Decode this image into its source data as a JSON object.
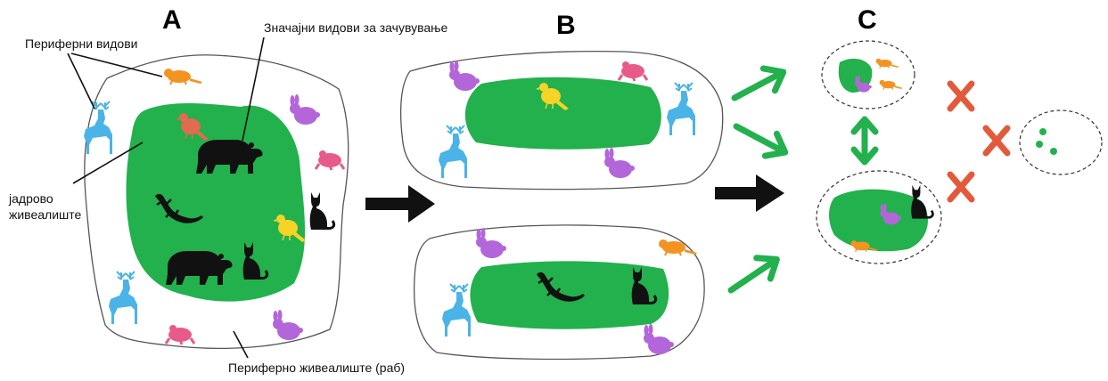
{
  "panels": {
    "a": "A",
    "b": "B",
    "c": "C"
  },
  "labels": {
    "peripheral_species": "Периферни видови",
    "important_species": "Значајни видови за зачувување",
    "core_habitat_line1": "јадрово",
    "core_habitat_line2": "живеалиште",
    "peripheral_habitat": "Периферно живеалиште (раб)"
  },
  "colors": {
    "habitat_green": "#22b14c",
    "deer": "#4ab3e8",
    "rabbit": "#b366d9",
    "rodent": "#f39321",
    "frog": "#e85a8a",
    "bird_yellow": "#f5d327",
    "bird_red": "#e06b4f",
    "silhouette": "#111111",
    "cross": "#e35a3a",
    "arrow_green": "#22b14c"
  },
  "icons": [
    "deer-icon",
    "rabbit-icon",
    "rodent-icon",
    "frog-icon",
    "bird-icon",
    "bear-icon",
    "cat-icon",
    "lizard-icon",
    "cross-icon",
    "arrow-icon"
  ]
}
